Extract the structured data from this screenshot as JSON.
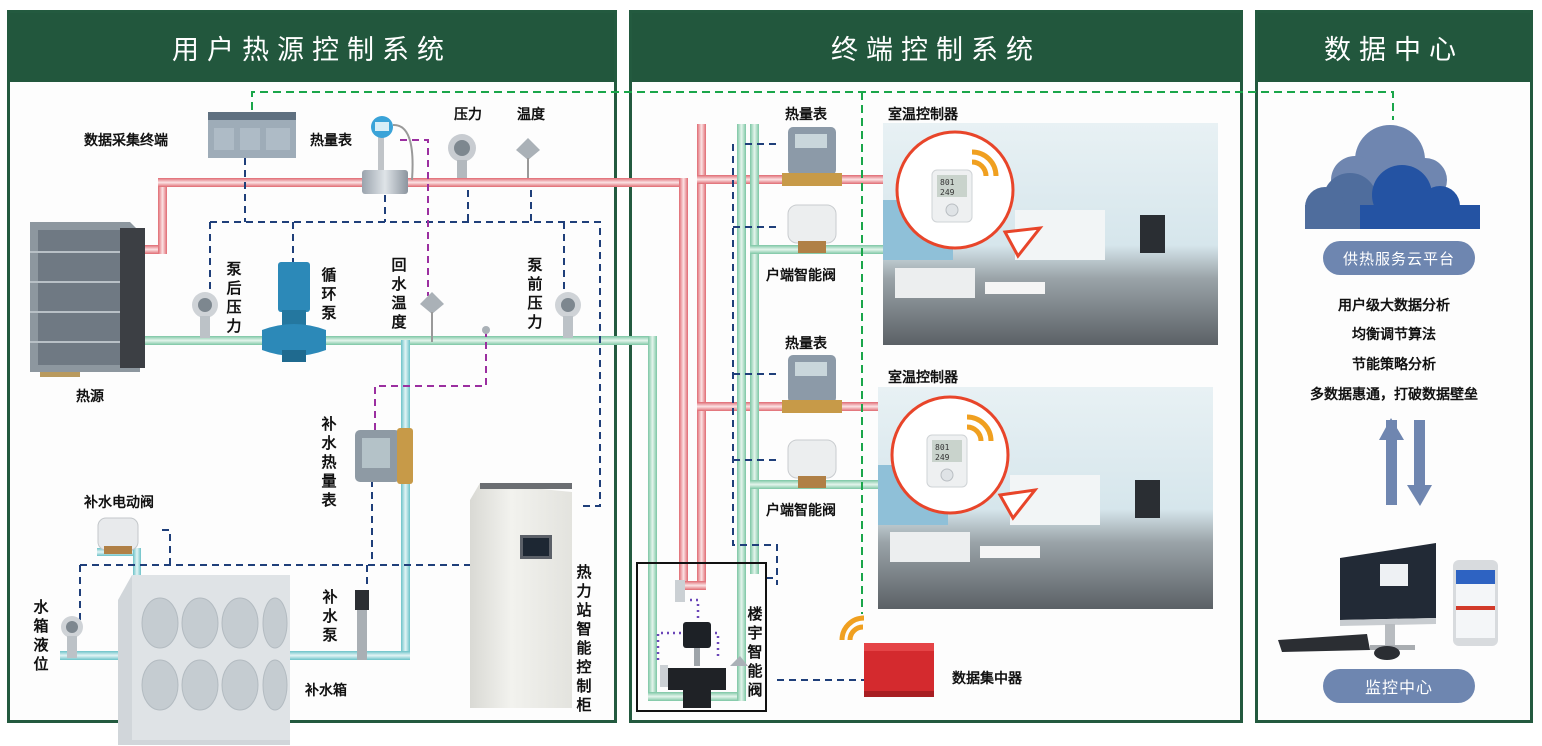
{
  "panels": {
    "heat_source": {
      "title": "用户热源控制系统",
      "labels": {
        "data_terminal": "数据采集终端",
        "heat_meter": "热量表",
        "pressure": "压力",
        "temperature": "温度",
        "heat_source": "热源",
        "post_pump_pressure": "泵后压力",
        "circulation_pump": "循环泵",
        "return_water_temp": "回水温度",
        "pre_pump_pressure": "泵前压力",
        "makeup_heat_meter": "补水热量表",
        "makeup_electric_valve": "补水电动阀",
        "tank_level": "水箱液位",
        "makeup_pump": "补水泵",
        "makeup_tank": "补水箱",
        "station_cabinet": "热力站智能控制柜"
      }
    },
    "terminal": {
      "title": "终端控制系统",
      "labels": {
        "heat_meter_1": "热量表",
        "room_controller_1": "室温控制器",
        "household_valve_1": "户端智能阀",
        "heat_meter_2": "热量表",
        "room_controller_2": "室温控制器",
        "household_valve_2": "户端智能阀",
        "building_valve": "楼宇智能阀",
        "data_concentrator": "数据集中器"
      },
      "thermostat_display": [
        "801",
        "249"
      ]
    },
    "data_center": {
      "title": "数据中心",
      "cloud_platform": "供热服务云平台",
      "features": [
        "用户级大数据分析",
        "均衡调节算法",
        "节能策略分析",
        "多数据惠通，打破数据壁垒"
      ],
      "monitor_center": "监控中心"
    }
  },
  "colors": {
    "header": "#22573d",
    "supply_pipe": "#e07b80",
    "return_pipe": "#8fcdb0",
    "makeup_pipe": "#8fd0d4",
    "signal_line": "#1f3f7a",
    "wireless_line": "#1aa64a",
    "sensor_line": "#9b2fa0",
    "cloud_accent": "#2453a3",
    "pill": "#6e86b0",
    "wifi": "#f0a020"
  }
}
